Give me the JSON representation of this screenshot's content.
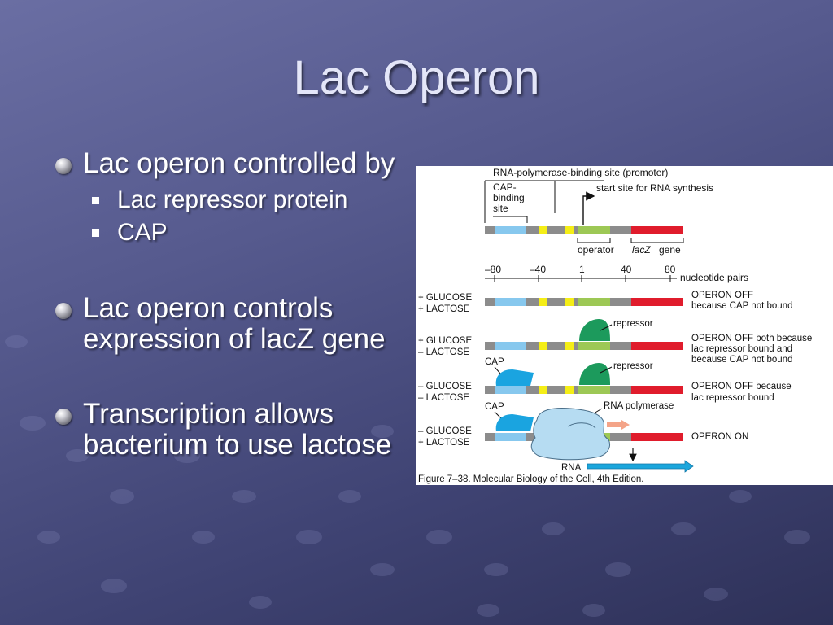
{
  "slide": {
    "title": "Lac Operon",
    "bullets": [
      {
        "text": "Lac operon controlled by",
        "subs": [
          "Lac repressor protein",
          "CAP"
        ]
      },
      {
        "text": "Lac operon controls expression of lacZ gene"
      },
      {
        "text": "Transcription allows bacterium to use lactose"
      }
    ]
  },
  "colors": {
    "cap_site": "#87c8ee",
    "yellow": "#f5ee16",
    "operator": "#9dc855",
    "gray": "#8c8c8c",
    "lacz": "#e01c2c",
    "cap_protein": "#1aa4e0",
    "repressor": "#1c9a5c",
    "polymerase": "#b6dcf2",
    "rna_arrow": "#1aa6dc",
    "trans_arrow": "#f4a488"
  },
  "figure": {
    "promoter_label": "RNA-polymerase-binding site (promoter)",
    "cap_site_label": [
      "CAP-",
      "binding",
      "site"
    ],
    "start_label": "start site for RNA synthesis",
    "operator_label": "operator",
    "lacz_label": "lacZ",
    "gene_label": "gene",
    "axis_ticks": [
      "–80",
      "–40",
      "1",
      "40",
      "80"
    ],
    "axis_label": "nucleotide pairs",
    "rows": [
      {
        "conditions": [
          "+ GLUCOSE",
          "+ LACTOSE"
        ],
        "outcome": [
          "OPERON OFF",
          "because CAP not bound"
        ]
      },
      {
        "conditions": [
          "+ GLUCOSE",
          "– LACTOSE"
        ],
        "outcome": [
          "OPERON OFF both because",
          "lac repressor bound and",
          "because CAP not bound"
        ],
        "repressor_label": "repressor"
      },
      {
        "conditions": [
          "– GLUCOSE",
          "– LACTOSE"
        ],
        "outcome": [
          "OPERON OFF because",
          "lac repressor bound"
        ],
        "cap_label": "CAP",
        "repressor_label": "repressor"
      },
      {
        "conditions": [
          "– GLUCOSE",
          "+ LACTOSE"
        ],
        "outcome": [
          "OPERON ON"
        ],
        "cap_label": "CAP",
        "polymerase_label": "RNA polymerase",
        "rna_label": "RNA"
      }
    ],
    "caption": "Figure 7–38. Molecular Biology of the Cell, 4th Edition."
  }
}
